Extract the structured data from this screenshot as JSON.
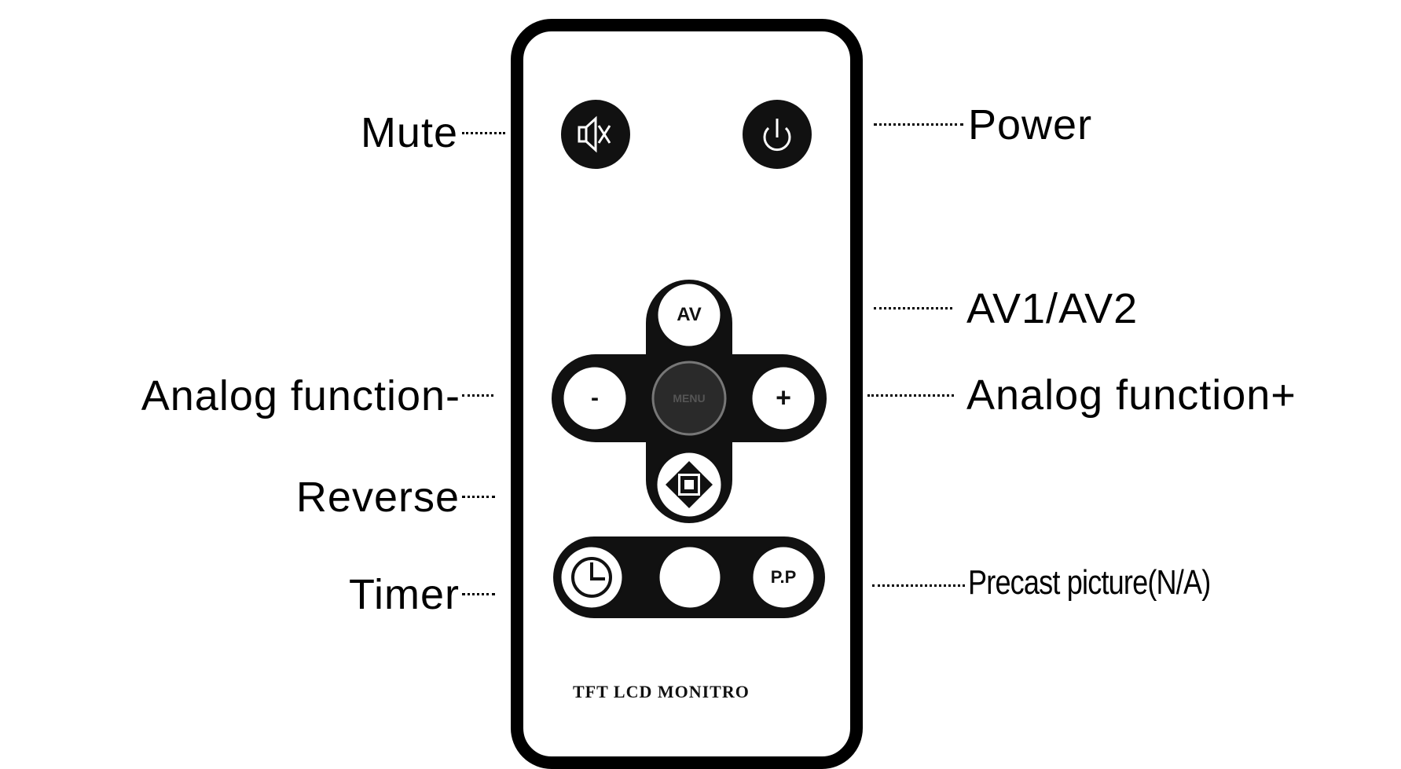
{
  "remote": {
    "model_label": "TFT LCD MONITRO",
    "body_color": "#000000",
    "face_color": "#ffffff"
  },
  "buttons": {
    "mute": {
      "icon": "speaker-mute-icon"
    },
    "power": {
      "icon": "power-icon"
    },
    "av": {
      "label": "AV"
    },
    "minus": {
      "label": "-"
    },
    "plus": {
      "label": "+"
    },
    "menu": {
      "label": "MENU"
    },
    "reverse": {
      "icon": "four-way-arrows-icon"
    },
    "timer": {
      "icon": "clock-icon"
    },
    "blank": {
      "label": ""
    },
    "pp": {
      "label": "P.P"
    }
  },
  "callouts": {
    "mute": "Mute",
    "power": "Power",
    "av": "AV1/AV2",
    "analog_minus": "Analog function-",
    "analog_plus": "Analog function+",
    "reverse": "Reverse",
    "timer": "Timer",
    "precast": "Precast picture(N/A)"
  }
}
